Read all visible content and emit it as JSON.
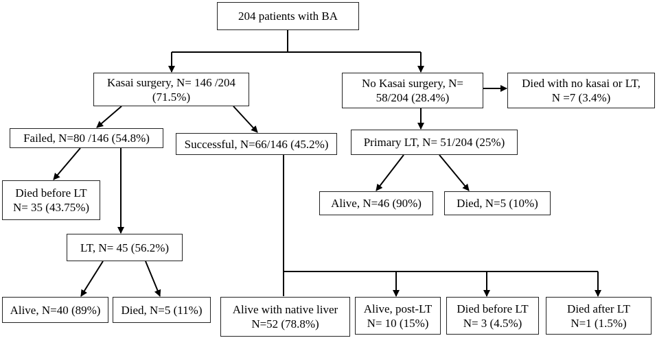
{
  "nodes": {
    "root": {
      "lines": [
        "204 patients with BA"
      ]
    },
    "kasai": {
      "lines": [
        "Kasai surgery, N= 146 /204",
        "(71.5%)"
      ]
    },
    "no_kasai": {
      "lines": [
        "No Kasai surgery, N=",
        "58/204 (28.4%)"
      ]
    },
    "died_no_kasai": {
      "lines": [
        "Died with no kasai or LT,",
        "N =7 (3.4%)"
      ]
    },
    "failed": {
      "lines": [
        "Failed, N=80 /146 (54.8%)"
      ]
    },
    "successful": {
      "lines": [
        "Successful, N=66/146 (45.2%)"
      ]
    },
    "primary_lt": {
      "lines": [
        "Primary LT, N= 51/204 (25%)"
      ]
    },
    "died_before_lt_failed": {
      "lines": [
        "Died before LT",
        "N= 35 (43.75%)"
      ]
    },
    "alive_primary": {
      "lines": [
        "Alive, N=46 (90%)"
      ]
    },
    "died_primary": {
      "lines": [
        "Died, N=5 (10%)"
      ]
    },
    "lt_failed": {
      "lines": [
        "LT, N= 45 (56.2%)"
      ]
    },
    "alive_lt": {
      "lines": [
        "Alive, N=40 (89%)"
      ]
    },
    "died_lt": {
      "lines": [
        "Died, N=5 (11%)"
      ]
    },
    "native_liver": {
      "lines": [
        "Alive with native liver",
        "N=52 (78.8%)"
      ]
    },
    "alive_post_lt": {
      "lines": [
        "Alive, post-LT",
        "N= 10 (15%)"
      ]
    },
    "died_before_lt_success": {
      "lines": [
        "Died before LT",
        "N= 3 (4.5%)"
      ]
    },
    "died_after_lt": {
      "lines": [
        "Died after LT",
        "N=1 (1.5%)"
      ]
    }
  }
}
